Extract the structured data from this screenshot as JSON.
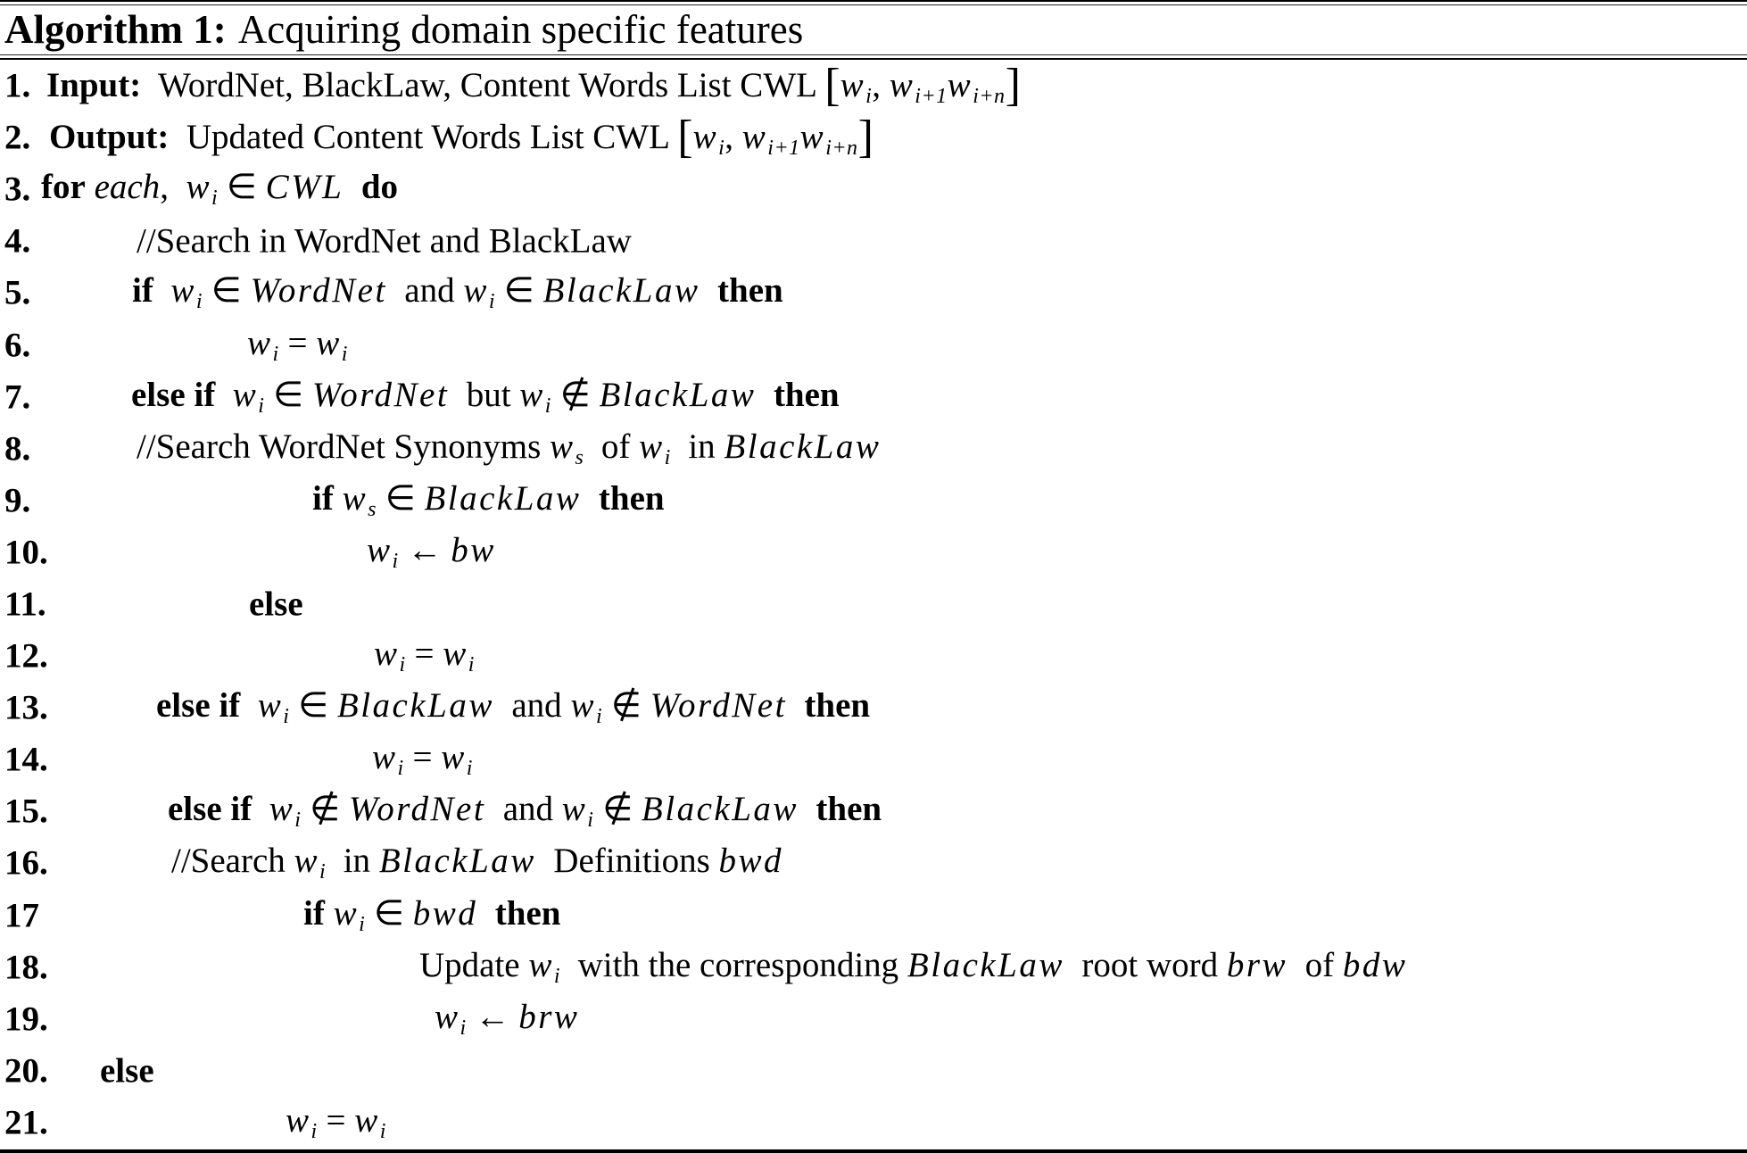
{
  "header": {
    "label": "Algorithm 1:",
    "title": "Acquiring domain specific features"
  },
  "algorithm": {
    "lines": [
      {
        "num": "1.",
        "indent": 52,
        "segments": [
          {
            "t": "Input:",
            "s": "b"
          },
          {
            "t": "  WordNet, BlackLaw, Content Words List CWL ",
            "s": "r"
          },
          {
            "t": "[",
            "s": "br"
          },
          {
            "t": "w",
            "s": "m"
          },
          {
            "t": "i",
            "s": "sub"
          },
          {
            "t": ", ",
            "s": "r"
          },
          {
            "t": "w",
            "s": "m"
          },
          {
            "t": "i+1",
            "s": "sub"
          },
          {
            "t": "w",
            "s": "m"
          },
          {
            "t": "i+n",
            "s": "sub"
          },
          {
            "t": "]",
            "s": "br"
          }
        ]
      },
      {
        "num": "2.",
        "indent": 55,
        "segments": [
          {
            "t": "Output:",
            "s": "b"
          },
          {
            "t": "  Updated Content Words List CWL ",
            "s": "r"
          },
          {
            "t": "[",
            "s": "br"
          },
          {
            "t": "w",
            "s": "m"
          },
          {
            "t": "i",
            "s": "sub"
          },
          {
            "t": ", ",
            "s": "r"
          },
          {
            "t": "w",
            "s": "m"
          },
          {
            "t": "i+1",
            "s": "sub"
          },
          {
            "t": "w",
            "s": "m"
          },
          {
            "t": "i+n",
            "s": "sub"
          },
          {
            "t": "]",
            "s": "br"
          }
        ]
      },
      {
        "num": "3.",
        "indent": 46,
        "segments": [
          {
            "t": "for",
            "s": "b"
          },
          {
            "t": " ",
            "s": "r"
          },
          {
            "t": "each",
            "s": "i"
          },
          {
            "t": ",  ",
            "s": "r"
          },
          {
            "t": "w",
            "s": "m"
          },
          {
            "t": "i",
            "s": "sub"
          },
          {
            "t": " ∈ ",
            "s": "r"
          },
          {
            "t": "CWL",
            "s": "m"
          },
          {
            "t": "  ",
            "s": "r"
          },
          {
            "t": "do",
            "s": "b"
          }
        ]
      },
      {
        "num": "4.",
        "indent": 153,
        "segments": [
          {
            "t": "//Search in WordNet and BlackLaw",
            "s": "r"
          }
        ]
      },
      {
        "num": "5.",
        "indent": 148,
        "segments": [
          {
            "t": "if",
            "s": "b"
          },
          {
            "t": "  ",
            "s": "r"
          },
          {
            "t": "w",
            "s": "m"
          },
          {
            "t": "i",
            "s": "sub"
          },
          {
            "t": " ∈ ",
            "s": "r"
          },
          {
            "t": "WordNet",
            "s": "m"
          },
          {
            "t": "  and ",
            "s": "r"
          },
          {
            "t": "w",
            "s": "m"
          },
          {
            "t": "i",
            "s": "sub"
          },
          {
            "t": " ∈ ",
            "s": "r"
          },
          {
            "t": "BlackLaw",
            "s": "m"
          },
          {
            "t": "  ",
            "s": "r"
          },
          {
            "t": "then",
            "s": "b"
          }
        ]
      },
      {
        "num": "6.",
        "indent": 277,
        "segments": [
          {
            "t": "w",
            "s": "m"
          },
          {
            "t": "i",
            "s": "sub"
          },
          {
            "t": " = ",
            "s": "r"
          },
          {
            "t": "w",
            "s": "m"
          },
          {
            "t": "i",
            "s": "sub"
          }
        ]
      },
      {
        "num": "7.",
        "indent": 147,
        "segments": [
          {
            "t": "else if",
            "s": "b"
          },
          {
            "t": "  ",
            "s": "r"
          },
          {
            "t": "w",
            "s": "m"
          },
          {
            "t": "i",
            "s": "sub"
          },
          {
            "t": " ∈ ",
            "s": "r"
          },
          {
            "t": "WordNet",
            "s": "m"
          },
          {
            "t": "  but ",
            "s": "r"
          },
          {
            "t": "w",
            "s": "m"
          },
          {
            "t": "i",
            "s": "sub"
          },
          {
            "t": " ∉ ",
            "s": "r"
          },
          {
            "t": "BlackLaw",
            "s": "m"
          },
          {
            "t": "  ",
            "s": "r"
          },
          {
            "t": "then",
            "s": "b"
          }
        ]
      },
      {
        "num": "8.",
        "indent": 153,
        "segments": [
          {
            "t": "//Search WordNet Synonyms ",
            "s": "r"
          },
          {
            "t": "w",
            "s": "m"
          },
          {
            "t": "s",
            "s": "sub"
          },
          {
            "t": "  of ",
            "s": "r"
          },
          {
            "t": "w",
            "s": "m"
          },
          {
            "t": "i",
            "s": "sub"
          },
          {
            "t": "  in ",
            "s": "r"
          },
          {
            "t": "BlackLaw",
            "s": "m"
          }
        ]
      },
      {
        "num": "9.",
        "indent": 350,
        "segments": [
          {
            "t": "if",
            "s": "b"
          },
          {
            "t": " ",
            "s": "r"
          },
          {
            "t": "w",
            "s": "m"
          },
          {
            "t": "s",
            "s": "sub"
          },
          {
            "t": " ∈ ",
            "s": "r"
          },
          {
            "t": "BlackLaw",
            "s": "m"
          },
          {
            "t": "  ",
            "s": "r"
          },
          {
            "t": "then",
            "s": "b"
          }
        ]
      },
      {
        "num": "10.",
        "indent": 411,
        "segments": [
          {
            "t": "w",
            "s": "m"
          },
          {
            "t": "i",
            "s": "sub"
          },
          {
            "t": " ← ",
            "s": "r"
          },
          {
            "t": "bw",
            "s": "m"
          }
        ]
      },
      {
        "num": "11.",
        "indent": 279,
        "segments": [
          {
            "t": "else",
            "s": "b"
          }
        ]
      },
      {
        "num": "12.",
        "indent": 419,
        "segments": [
          {
            "t": "w",
            "s": "m"
          },
          {
            "t": "i",
            "s": "sub"
          },
          {
            "t": " = ",
            "s": "r"
          },
          {
            "t": "w",
            "s": "m"
          },
          {
            "t": "i",
            "s": "sub"
          }
        ]
      },
      {
        "num": "13.",
        "indent": 175,
        "segments": [
          {
            "t": "else if",
            "s": "b"
          },
          {
            "t": "  ",
            "s": "r"
          },
          {
            "t": "w",
            "s": "m"
          },
          {
            "t": "i",
            "s": "sub"
          },
          {
            "t": " ∈ ",
            "s": "r"
          },
          {
            "t": "BlackLaw",
            "s": "m"
          },
          {
            "t": "  and ",
            "s": "r"
          },
          {
            "t": "w",
            "s": "m"
          },
          {
            "t": "i",
            "s": "sub"
          },
          {
            "t": " ∉ ",
            "s": "r"
          },
          {
            "t": "WordNet",
            "s": "m"
          },
          {
            "t": "  ",
            "s": "r"
          },
          {
            "t": "then",
            "s": "b"
          }
        ]
      },
      {
        "num": "14.",
        "indent": 417,
        "segments": [
          {
            "t": "w",
            "s": "m"
          },
          {
            "t": "i",
            "s": "sub"
          },
          {
            "t": " = ",
            "s": "r"
          },
          {
            "t": "w",
            "s": "m"
          },
          {
            "t": "i",
            "s": "sub"
          }
        ]
      },
      {
        "num": "15.",
        "indent": 188,
        "segments": [
          {
            "t": "else if",
            "s": "b"
          },
          {
            "t": "  ",
            "s": "r"
          },
          {
            "t": "w",
            "s": "m"
          },
          {
            "t": "i",
            "s": "sub"
          },
          {
            "t": " ∉ ",
            "s": "r"
          },
          {
            "t": "WordNet",
            "s": "m"
          },
          {
            "t": "  and ",
            "s": "r"
          },
          {
            "t": "w",
            "s": "m"
          },
          {
            "t": "i",
            "s": "sub"
          },
          {
            "t": " ∉ ",
            "s": "r"
          },
          {
            "t": "BlackLaw",
            "s": "m"
          },
          {
            "t": "  ",
            "s": "r"
          },
          {
            "t": "then",
            "s": "b"
          }
        ]
      },
      {
        "num": "16.",
        "indent": 192,
        "segments": [
          {
            "t": "//Search ",
            "s": "r"
          },
          {
            "t": "w",
            "s": "m"
          },
          {
            "t": "i",
            "s": "sub"
          },
          {
            "t": "  in ",
            "s": "r"
          },
          {
            "t": "BlackLaw",
            "s": "m"
          },
          {
            "t": "  Definitions ",
            "s": "r"
          },
          {
            "t": "bwd",
            "s": "m"
          }
        ]
      },
      {
        "num": "17",
        "indent": 340,
        "segments": [
          {
            "t": "if",
            "s": "b"
          },
          {
            "t": " ",
            "s": "r"
          },
          {
            "t": "w",
            "s": "m"
          },
          {
            "t": "i",
            "s": "sub"
          },
          {
            "t": " ∈ ",
            "s": "r"
          },
          {
            "t": "bwd",
            "s": "m"
          },
          {
            "t": "  ",
            "s": "r"
          },
          {
            "t": "then",
            "s": "b"
          }
        ]
      },
      {
        "num": "18.",
        "indent": 470,
        "segments": [
          {
            "t": "Update ",
            "s": "r"
          },
          {
            "t": "w",
            "s": "m"
          },
          {
            "t": "i",
            "s": "sub"
          },
          {
            "t": "  with the corresponding ",
            "s": "r"
          },
          {
            "t": "BlackLaw",
            "s": "m"
          },
          {
            "t": "  root word ",
            "s": "r"
          },
          {
            "t": "brw",
            "s": "m"
          },
          {
            "t": "  of ",
            "s": "r"
          },
          {
            "t": "bdw",
            "s": "m"
          }
        ]
      },
      {
        "num": "19.",
        "indent": 487,
        "segments": [
          {
            "t": "w",
            "s": "m"
          },
          {
            "t": "i",
            "s": "sub"
          },
          {
            "t": " ← ",
            "s": "r"
          },
          {
            "t": "brw",
            "s": "m"
          }
        ]
      },
      {
        "num": "20.",
        "indent": 112,
        "segments": [
          {
            "t": "else",
            "s": "b"
          }
        ]
      },
      {
        "num": "21.",
        "indent": 320,
        "segments": [
          {
            "t": "w",
            "s": "m"
          },
          {
            "t": "i",
            "s": "sub"
          },
          {
            "t": " = ",
            "s": "r"
          },
          {
            "t": "w",
            "s": "m"
          },
          {
            "t": "i",
            "s": "sub"
          }
        ]
      }
    ]
  }
}
